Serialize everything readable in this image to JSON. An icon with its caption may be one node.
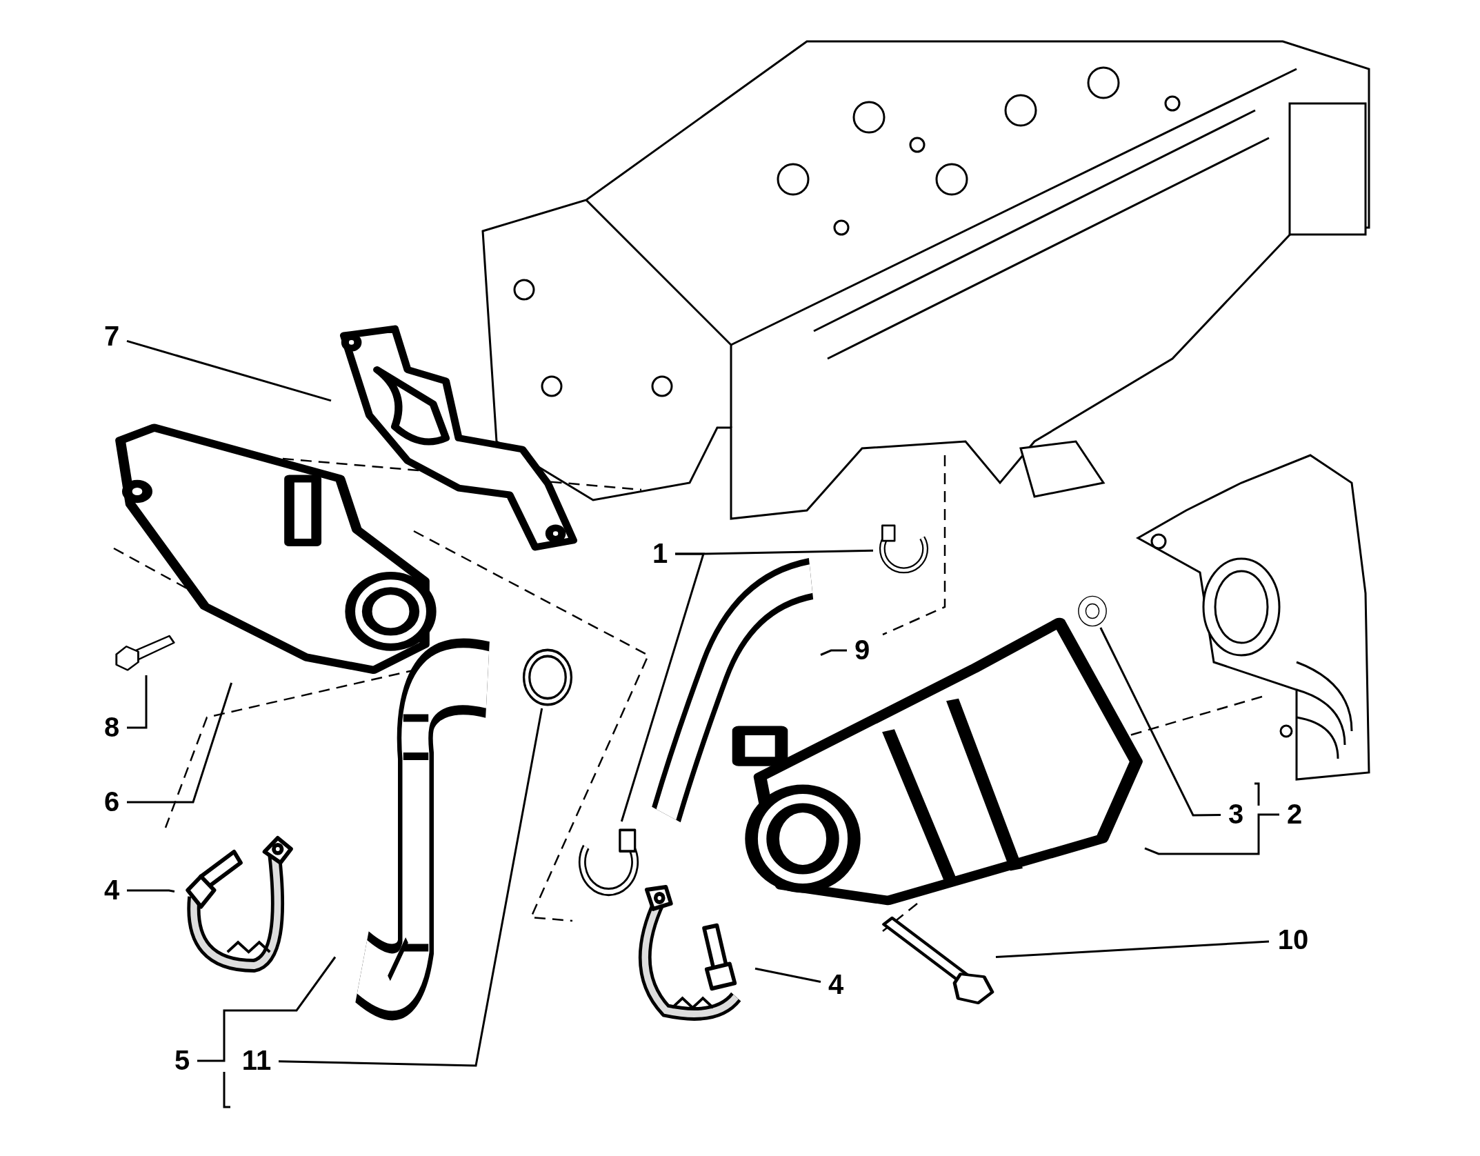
{
  "diagram": {
    "nodes": [
      {
        "text": [
          "7"
        ]
      },
      {
        "text": [],
        "shape": "picture"
      },
      {
        "text": [],
        "shape": "picture"
      },
      {
        "text": [
          "1"
        ]
      },
      {
        "text": [],
        "shape": "picture"
      },
      {
        "text": [
          "9"
        ]
      },
      {
        "text": [],
        "shape": "picture"
      },
      {
        "text": [],
        "shape": "picture"
      },
      {
        "text": [
          "8"
        ]
      },
      {
        "text": [],
        "shape": "picture"
      },
      {
        "text": [
          "6"
        ]
      },
      {
        "text": [],
        "shape": "picture"
      },
      {
        "text": [
          "3"
        ]
      },
      {
        "text": [
          "2"
        ]
      },
      {
        "text": [
          "4"
        ]
      },
      {
        "text": [],
        "shape": "picture"
      },
      {
        "text": [],
        "shape": "picture"
      },
      {
        "text": [],
        "shape": "picture"
      },
      {
        "text": [
          "10"
        ]
      },
      {
        "text": [],
        "shape": "picture"
      },
      {
        "text": [
          "4"
        ]
      },
      {
        "text": [],
        "shape": "picture"
      },
      {
        "text": [],
        "shape": "picture"
      },
      {
        "text": [
          "5"
        ]
      },
      {
        "text": [
          "11"
        ]
      }
    ],
    "edges": [
      {
        "from": 0,
        "to": 1,
        "arrow": "none"
      },
      {
        "from": 3,
        "to": 4,
        "arrow": "none"
      },
      {
        "from": 3,
        "to": 16,
        "arrow": "none"
      },
      {
        "from": 5,
        "to": 6,
        "arrow": "none"
      },
      {
        "from": 12,
        "to": 7,
        "arrow": "none"
      },
      {
        "from": 8,
        "to": 9,
        "arrow": "none"
      },
      {
        "from": 10,
        "to": 2,
        "arrow": "none"
      },
      {
        "from": 13,
        "to": 11,
        "arrow": "none"
      },
      {
        "from": 14,
        "to": 15,
        "arrow": "none"
      },
      {
        "from": 18,
        "to": 19,
        "arrow": "none"
      },
      {
        "from": 20,
        "to": 17,
        "arrow": "none"
      },
      {
        "from": 23,
        "to": 21,
        "arrow": "none"
      },
      {
        "from": 24,
        "to": 22,
        "arrow": "none"
      }
    ]
  }
}
